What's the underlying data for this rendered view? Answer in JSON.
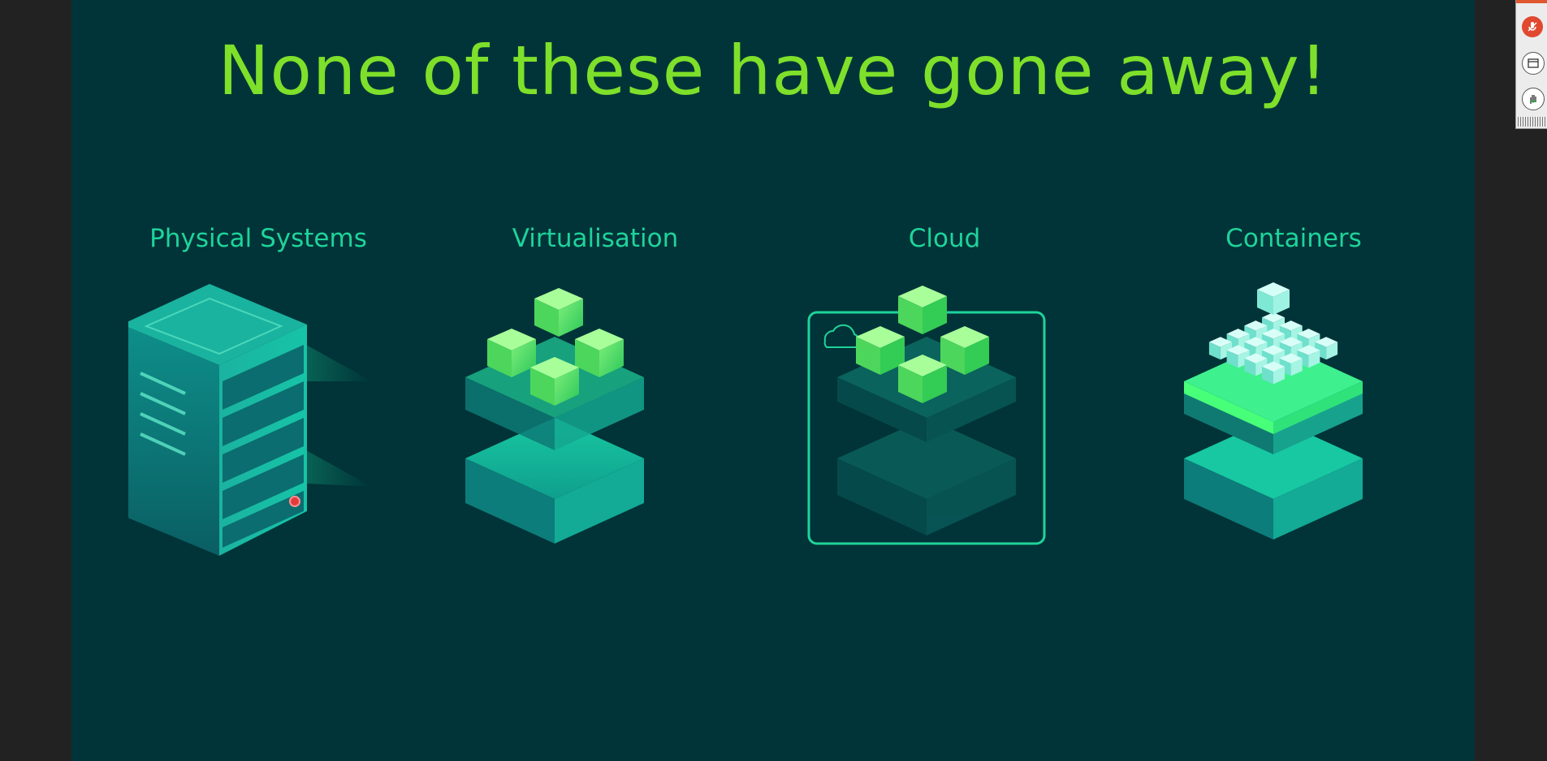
{
  "slide": {
    "title": "None of these have gone away!",
    "columns": [
      {
        "label": "Physical Systems",
        "icon": "server-rack-icon"
      },
      {
        "label": "Virtualisation",
        "icon": "virtualisation-stack-icon"
      },
      {
        "label": "Cloud",
        "icon": "cloud-stack-icon"
      },
      {
        "label": "Containers",
        "icon": "containers-stack-icon"
      }
    ]
  },
  "colors": {
    "background": "#003438",
    "title": "#7ee02a",
    "labels": "#1fd39a",
    "desktop": "#222222"
  },
  "toolbar": {
    "buttons": [
      "mute-microphone-icon",
      "window-icon",
      "raise-hand-icon"
    ]
  }
}
